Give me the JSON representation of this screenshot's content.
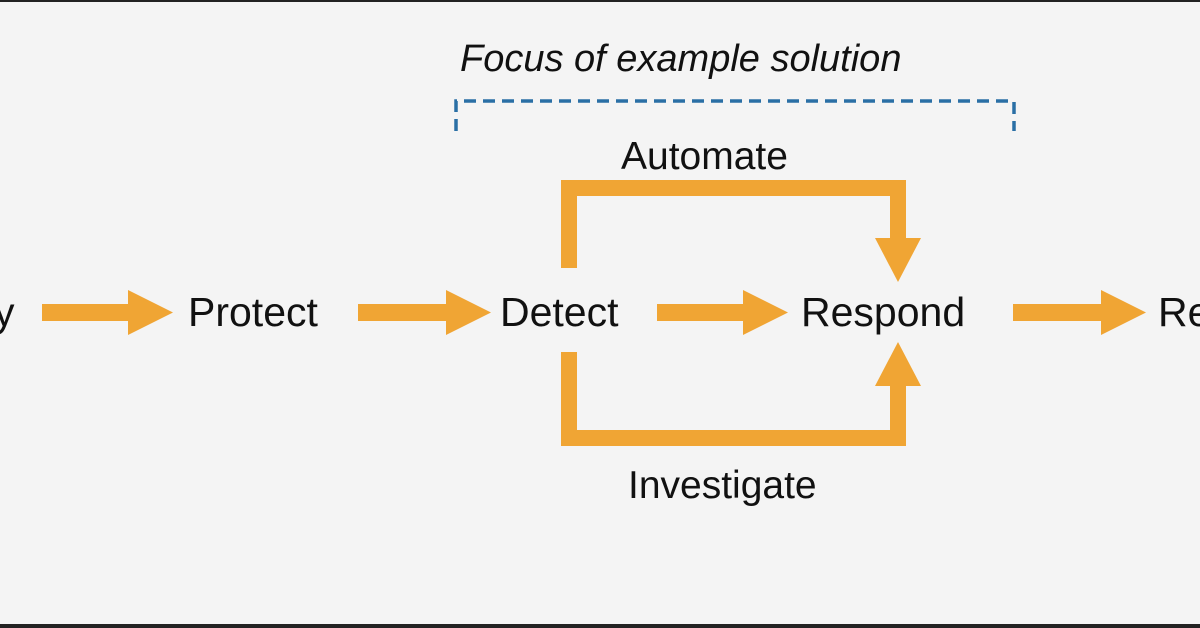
{
  "diagram": {
    "caption": "Focus of example solution",
    "nodes": {
      "partial_left": "y",
      "protect": "Protect",
      "detect": "Detect",
      "respond": "Respond",
      "partial_right": "Re"
    },
    "paths": {
      "top": "Automate",
      "bottom": "Investigate"
    }
  },
  "colors": {
    "arrow": "#F0A534",
    "bracket": "#2A6FA5",
    "text": "#111111",
    "background": "#F4F4F4"
  }
}
